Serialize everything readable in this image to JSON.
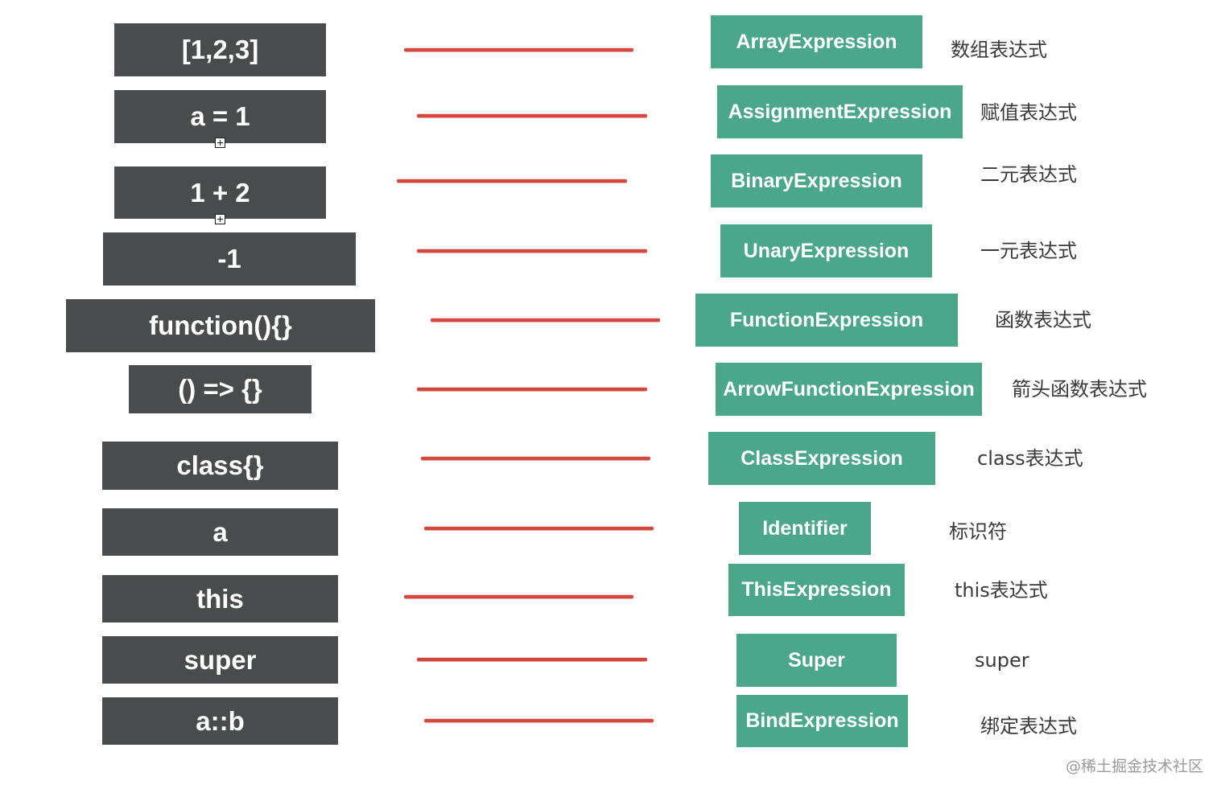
{
  "colors": {
    "code_box": "#4a4b4d",
    "node_box": "#4aa78a",
    "connector": "#d2483c",
    "description_text": "#3a3a3a"
  },
  "rows": [
    {
      "code": "[1,2,3]",
      "node": "ArrayExpression",
      "desc": "数组表达式"
    },
    {
      "code": "a = 1",
      "node": "AssignmentExpression",
      "desc": "赋值表达式"
    },
    {
      "code": "1 + 2",
      "node": "BinaryExpression",
      "desc": "二元表达式"
    },
    {
      "code": "-1",
      "node": "UnaryExpression",
      "desc": "一元表达式"
    },
    {
      "code": "function(){}",
      "node": "FunctionExpression",
      "desc": "函数表达式"
    },
    {
      "code": "() => {}",
      "node": "ArrowFunctionExpression",
      "desc": "箭头函数表达式"
    },
    {
      "code": "class{}",
      "node": "ClassExpression",
      "desc": "class表达式"
    },
    {
      "code": "a",
      "node": "Identifier",
      "desc": "标识符"
    },
    {
      "code": "this",
      "node": "ThisExpression",
      "desc": "this表达式"
    },
    {
      "code": "super",
      "node": "Super",
      "desc": "super"
    },
    {
      "code": "a::b",
      "node": "BindExpression",
      "desc": "绑定表达式"
    }
  ],
  "icons": [
    "plus-box-icon",
    "plus-box-icon"
  ],
  "watermark": "@稀土掘金技术社区"
}
